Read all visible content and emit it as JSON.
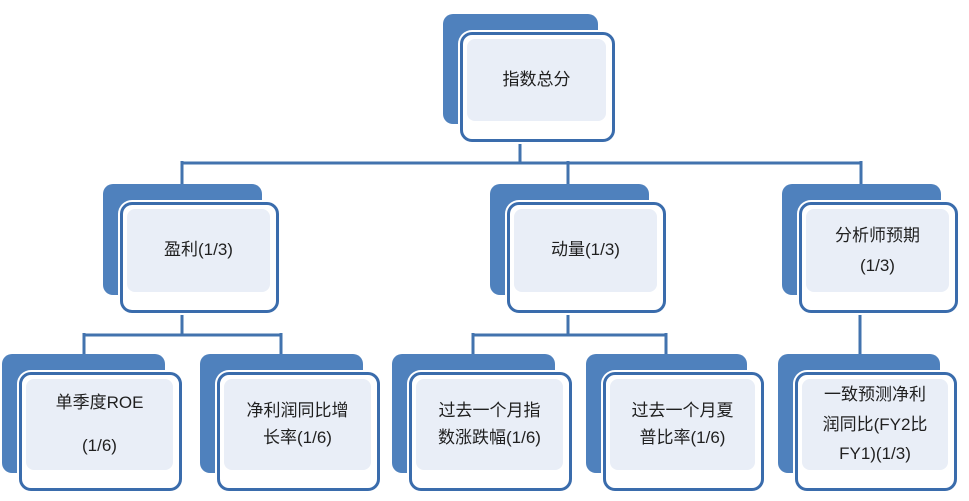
{
  "diagram_type": "hierarchy-org-chart",
  "colors": {
    "back_box": "#4f81bd",
    "box_border": "#3a6cac",
    "panel_fill": "#e9eef7",
    "connector": "#4273ae",
    "text": "#1f1f1f",
    "background": "#ffffff"
  },
  "nodes": {
    "root": {
      "label": "指数总分",
      "lines": [
        "指数总分"
      ]
    },
    "profit": {
      "label": "盈利(1/3)",
      "lines": [
        "盈利(1/3)"
      ]
    },
    "momentum": {
      "label": "动量(1/3)",
      "lines": [
        "动量(1/3)"
      ]
    },
    "analyst": {
      "label": "分析师预期(1/3)",
      "lines": [
        "分析师预期",
        "(1/3)"
      ]
    },
    "roe": {
      "label": "单季度ROE(1/6)",
      "lines": [
        "单季度ROE",
        "(1/6)"
      ]
    },
    "net_profit_growth": {
      "label": "净利润同比增长率(1/6)",
      "lines": [
        "净利润同比增",
        "长率(1/6)"
      ]
    },
    "index_return": {
      "label": "过去一个月指数涨跌幅(1/6)",
      "lines": [
        "过去一个月指",
        "数涨跌幅(1/6)"
      ]
    },
    "sharpe": {
      "label": "过去一个月夏普比率(1/6)",
      "lines": [
        "过去一个月夏",
        "普比率(1/6)"
      ]
    },
    "consensus": {
      "label": "一致预测净利润同比(FY2比FY1)(1/3)",
      "lines": [
        "一致预测净利",
        "润同比(FY2比",
        "FY1)(1/3)"
      ]
    }
  },
  "structure": {
    "root": [
      "profit",
      "momentum",
      "analyst"
    ],
    "profit": [
      "roe",
      "net_profit_growth"
    ],
    "momentum": [
      "index_return",
      "sharpe"
    ],
    "analyst": [
      "consensus"
    ]
  }
}
